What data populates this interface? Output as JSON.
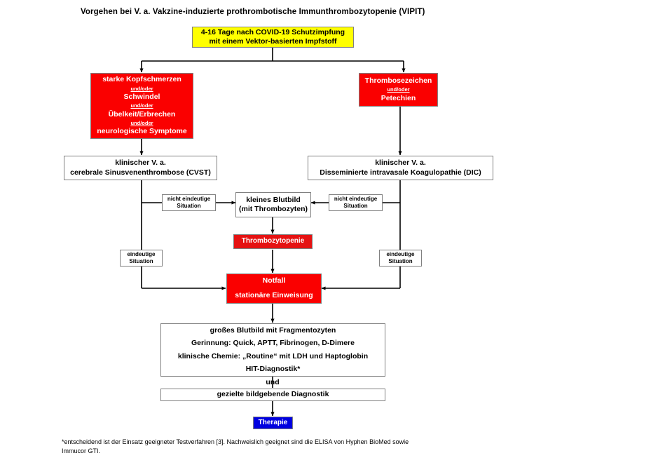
{
  "title": "Vorgehen bei V. a. Vakzine-induzierte prothrombotische Immunthrombozytopenie (VIPIT)",
  "colors": {
    "trigger_box": "#ffff00",
    "symptom_box": "#fa0000",
    "finding_box": "#e51212",
    "emergency_box": "#fa0000",
    "therapy_box": "#0000e0",
    "neutral_box": "#ffffff",
    "border": "#808080",
    "connector": "#000000"
  },
  "nodes": {
    "trigger": {
      "line1": "4-16 Tage nach COVID-19 Schutzimpfung",
      "line2": "mit einem Vektor-basierten Impfstoff"
    },
    "symptoms_left": {
      "line1": "starke Kopfschmerzen",
      "conj1": "und/oder",
      "line2": "Schwindel",
      "conj2": "und/oder",
      "line3": "Übelkeit/Erbrechen",
      "conj3": "und/oder",
      "line4": "neurologische Symptome"
    },
    "symptoms_right": {
      "line1": "Thrombosezeichen",
      "conj1": "und/oder",
      "line2": "Petechien"
    },
    "suspicion_left": {
      "line1": "klinischer V. a.",
      "line2": "cerebrale Sinusvenenthrombose (CVST)"
    },
    "suspicion_right": {
      "line1": "klinischer V. a.",
      "line2": "Disseminierte intravasale Koagulopathie (DIC)"
    },
    "unclear_left": {
      "line1": "nicht eindeutige",
      "line2": "Situation"
    },
    "unclear_right": {
      "line1": "nicht eindeutige",
      "line2": "Situation"
    },
    "blood_count": {
      "line1": "kleines Blutbild",
      "line2": "(mit Thrombozyten)"
    },
    "thrombocytopenia": {
      "line1": "Thrombozytopenie"
    },
    "clear_left": {
      "line1": "eindeutige",
      "line2": "Situation"
    },
    "clear_right": {
      "line1": "eindeutige",
      "line2": "Situation"
    },
    "emergency": {
      "line1": "Notfall",
      "line2": "stationäre Einweisung"
    },
    "diagnostics": {
      "line1": "großes Blutbild mit Fragmentozyten",
      "line2": "Gerinnung: Quick, APTT, Fibrinogen, D-Dimere",
      "line3": "klinische Chemie: „Routine“ mit LDH und Haptoglobin",
      "line4": "HIT-Diagnostik*"
    },
    "conjunction": "und",
    "imaging": {
      "line1": "gezielte bildgebende Diagnostik"
    },
    "therapy": {
      "line1": "Therapie"
    }
  },
  "footnote": {
    "line1": "*entscheidend ist der Einsatz geeigneter Testverfahren [3]. Nachweislich geeignet sind die ELISA von Hyphen BioMed sowie",
    "line2": "Immucor GTI."
  }
}
